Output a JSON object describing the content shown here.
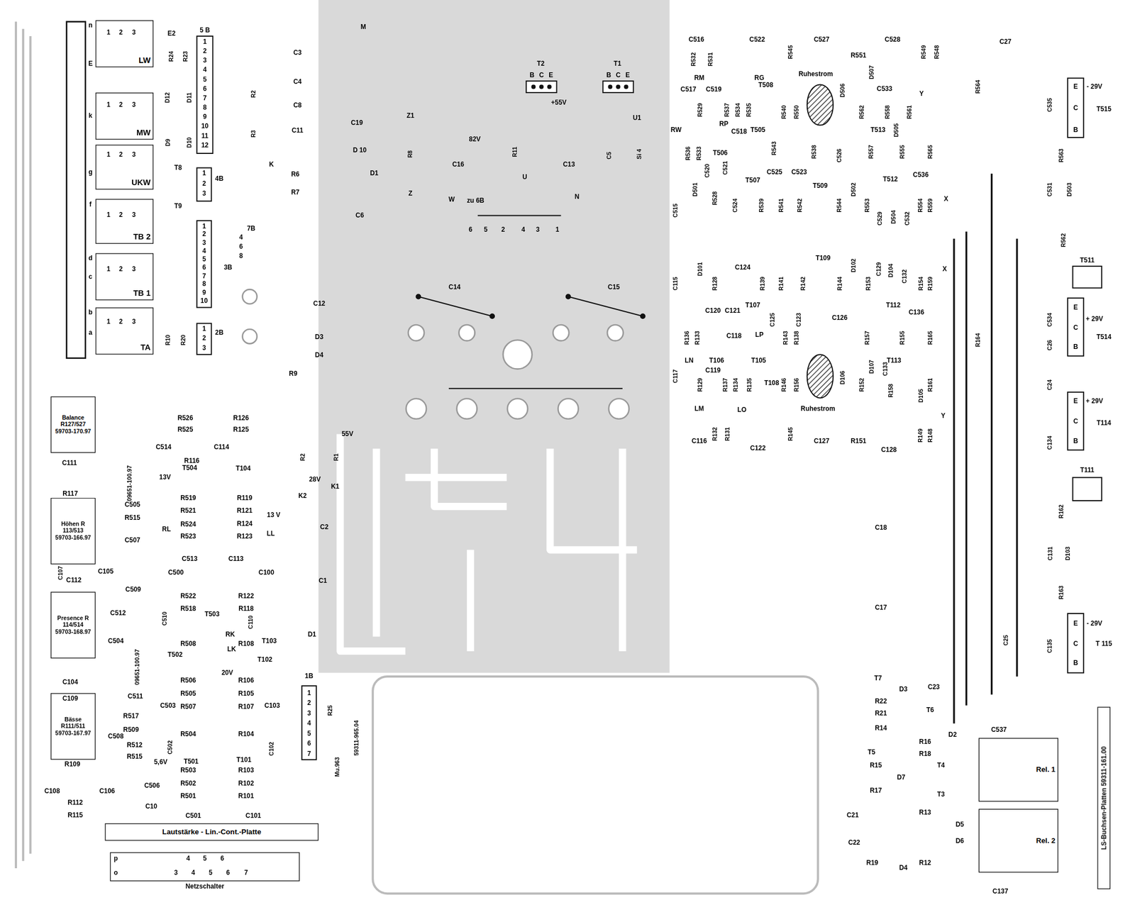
{
  "diagram": {
    "nodes": [
      {
        "text": [
          "LW"
        ]
      },
      {
        "text": [
          "MW"
        ]
      },
      {
        "text": [
          "UKW"
        ]
      },
      {
        "text": [
          "TB 2"
        ]
      },
      {
        "text": [
          "TB 1"
        ]
      },
      {
        "text": [
          "TA"
        ]
      },
      {
        "text": [
          "Balance R127/527 59703-170.97"
        ]
      },
      {
        "text": [
          "Höhen R 113/513 59703-166.97"
        ]
      },
      {
        "text": [
          "Presence R 114/514 59703-168.97"
        ]
      },
      {
        "text": [
          "Bässe R111/511 59703-167.97"
        ]
      },
      {
        "text": [
          "Lautstärke - Lin.-Cont.-Platte"
        ]
      },
      {
        "text": [
          "Netzschalter"
        ]
      },
      {
        "text": [
          "Rel. 1"
        ]
      },
      {
        "text": [
          "Rel. 2"
        ]
      },
      {
        "text": [
          "LS-Buchsen-Platten 59311-161.00"
        ]
      }
    ],
    "labels": [
      "n",
      "E",
      "k",
      "g",
      "f",
      "d",
      "c",
      "b",
      "a",
      "1",
      "2",
      "3",
      "1",
      "2",
      "3",
      "1",
      "2",
      "3",
      "1",
      "2",
      "3",
      "1",
      "2",
      "3",
      "1",
      "2",
      "3",
      "E2",
      "R24",
      "R23",
      "5 B",
      "1",
      "2",
      "3",
      "4",
      "5",
      "6",
      "7",
      "8",
      "9",
      "10",
      "11",
      "12",
      "D12",
      "D11",
      "D9",
      "D10",
      "T8",
      "T9",
      "4B",
      "1",
      "2",
      "3",
      "7B",
      "4",
      "6",
      "8",
      "3B",
      "1",
      "2",
      "3",
      "4",
      "5",
      "6",
      "7",
      "8",
      "9",
      "10",
      "2B",
      "1",
      "2",
      "3",
      "R10",
      "R20",
      "R2",
      "R3",
      "C3",
      "C4",
      "C8",
      "C11",
      "K",
      "R6",
      "R7",
      "M",
      "C19",
      "Z1",
      "R8",
      "Z",
      "D 10",
      "D1",
      "C6",
      "C16",
      "82V",
      "R11",
      "U",
      "C13",
      "T2",
      "B",
      "C",
      "E",
      "+55V",
      "T1",
      "B",
      "C",
      "E",
      "U1",
      "C5",
      "Si 4",
      "W",
      "N",
      "zu 6B",
      "6",
      "5",
      "2",
      "4",
      "3",
      "1",
      "C14",
      "C15",
      "C12",
      "D3",
      "D4",
      "R9",
      "R526",
      "R126",
      "R525",
      "R125",
      "C514",
      "C114",
      "R116",
      "R2",
      "R1",
      "55V",
      "C111",
      "09651-100.97",
      "R117",
      "13V",
      "T504",
      "T104",
      "28V",
      "K2",
      "K1",
      "R519",
      "R119",
      "R521",
      "R121",
      "C505",
      "R515",
      "RL",
      "R524",
      "R124",
      "13 V",
      "C507",
      "R523",
      "R123",
      "LL",
      "C2",
      "C513",
      "C113",
      "C107",
      "C105",
      "C112",
      "C500",
      "C100",
      "C1",
      "C509",
      "R522",
      "R122",
      "R518",
      "R118",
      "C512",
      "C510",
      "T503",
      "C110",
      "C504",
      "RK",
      "R508",
      "LK",
      "R108",
      "T103",
      "T502",
      "T102",
      "09651-100.97",
      "20V",
      "D1",
      "C104",
      "C511",
      "R506",
      "R106",
      "C109",
      "R505",
      "R105",
      "C503",
      "C103",
      "R517",
      "R507",
      "R107",
      "R509",
      "C508",
      "R512",
      "C502",
      "R504",
      "R104",
      "C102",
      "5,6V",
      "T501",
      "T101",
      "R515",
      "R503",
      "R103",
      "R109",
      "C108",
      "C106",
      "C506",
      "R502",
      "R102",
      "R112",
      "R115",
      "C10",
      "R501",
      "R101",
      "C501",
      "C101",
      "1B",
      "1",
      "2",
      "3",
      "4",
      "5",
      "6",
      "7",
      "R25",
      "p",
      "o",
      "4",
      "5",
      "6",
      "3",
      "4",
      "5",
      "6",
      "7",
      "59311-965.04",
      "Mu.963",
      "C516",
      "R532",
      "R531",
      "C522",
      "R545",
      "C527",
      "R551",
      "C528",
      "R549",
      "R548",
      "C27",
      "R564",
      "RM",
      "RG",
      "C517",
      "C519",
      "R529",
      "R537",
      "R534",
      "R535",
      "T508",
      "R540",
      "R550",
      "Ruhestrom",
      "D506",
      "R562",
      "D507",
      "C533",
      "R558",
      "R561",
      "Y",
      "C535",
      "E",
      "C",
      "B",
      "- 29V",
      "T515",
      "RW",
      "RP",
      "C518",
      "T505",
      "T513",
      "D505",
      "R536",
      "R533",
      "T506",
      "C520",
      "C521",
      "R543",
      "C525",
      "R538",
      "C523",
      "C526",
      "R557",
      "R555",
      "R565",
      "C536",
      "T507",
      "T512",
      "R563",
      "C515",
      "D501",
      "R528",
      "C524",
      "R539",
      "R541",
      "R542",
      "T509",
      "R544",
      "D502",
      "R553",
      "C529",
      "D504",
      "C532",
      "R554",
      "R559",
      "X",
      "C531",
      "D503",
      "R562",
      "T511",
      "C115",
      "D101",
      "R128",
      "C124",
      "R139",
      "R141",
      "R142",
      "T109",
      "R144",
      "D102",
      "R153",
      "C129",
      "D104",
      "C132",
      "R154",
      "R159",
      "X",
      "C534",
      "E",
      "C",
      "B",
      "+ 29V",
      "T514",
      "C26",
      "R164",
      "C120",
      "C121",
      "T107",
      "C125",
      "C123",
      "C126",
      "T112",
      "C136",
      "R136",
      "R133",
      "C118",
      "R143",
      "R138",
      "R157",
      "R155",
      "R165",
      "LN",
      "LP",
      "T106",
      "T105",
      "T113",
      "C117",
      "C119",
      "R129",
      "R137",
      "R134",
      "R135",
      "T108",
      "R146",
      "R156",
      "D106",
      "R152",
      "D107",
      "C133",
      "R158",
      "D105",
      "R161",
      "Ruhestrom",
      "LM",
      "LO",
      "Y",
      "C24",
      "E",
      "C",
      "B",
      "+ 29V",
      "T114",
      "C134",
      "T111",
      "C116",
      "R132",
      "R131",
      "C122",
      "R145",
      "C127",
      "R151",
      "C128",
      "R149",
      "R148",
      "R162",
      "C131",
      "D103",
      "R163",
      "C18",
      "C17",
      "C25",
      "C135",
      "E",
      "C",
      "B",
      "- 29V",
      "T 115",
      "C537",
      "T7",
      "D3",
      "C23",
      "R22",
      "R21",
      "T6",
      "R14",
      "D2",
      "R16",
      "T5",
      "R18",
      "T4",
      "R15",
      "D7",
      "T3",
      "R17",
      "R13",
      "D5",
      "C21",
      "D6",
      "C22",
      "R19",
      "D4",
      "R12",
      "C137"
    ]
  }
}
